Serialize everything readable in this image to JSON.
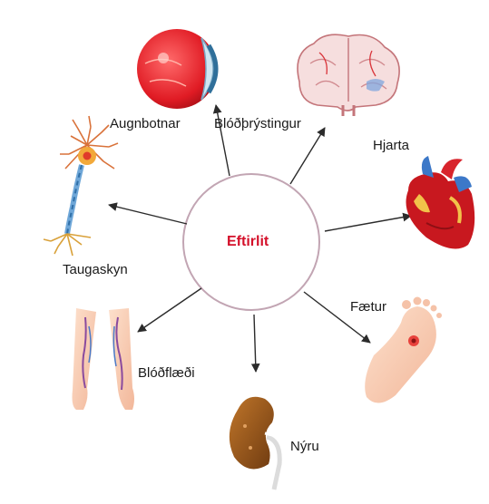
{
  "center": {
    "label": "Eftirlit",
    "ring_color": "#c2a5b3",
    "label_color": "#d4102a"
  },
  "organs": [
    {
      "id": "augnbotnar",
      "label": "Augnbotnar",
      "icon": "eye-icon"
    },
    {
      "id": "blodthrystingur",
      "label": "Blóðþrýstingur",
      "icon": "brain-icon"
    },
    {
      "id": "hjarta",
      "label": "Hjarta",
      "icon": "heart-icon"
    },
    {
      "id": "faetur",
      "label": "Fætur",
      "icon": "foot-icon"
    },
    {
      "id": "nyru",
      "label": "Nýru",
      "icon": "kidney-icon"
    },
    {
      "id": "blodflaedi",
      "label": "Blóðflæði",
      "icon": "legs-icon"
    },
    {
      "id": "taugaskyn",
      "label": "Taugaskyn",
      "icon": "neuron-icon"
    }
  ]
}
